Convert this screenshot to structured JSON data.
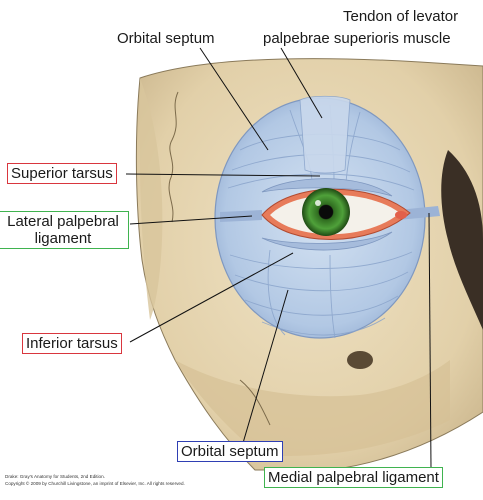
{
  "labels": {
    "tendon_line1": "Tendon of levator",
    "tendon_line2": "palpebrae superioris muscle",
    "orbital_septum_top": "Orbital septum",
    "superior_tarsus": "Superior tarsus",
    "lateral_ligament_line1": "Lateral palpebral",
    "lateral_ligament_line2": "ligament",
    "inferior_tarsus": "Inferior tarsus",
    "orbital_septum_bottom": "Orbital septum",
    "medial_ligament": "Medial palpebral ligament"
  },
  "credit": {
    "line1": "Drake: Gray's Anatomy for Students, 2nd Edition.",
    "line2": "Copyright © 2009 by Churchill Livingstone, an imprint of Elsevier, Inc. All rights reserved."
  },
  "colors": {
    "bone": "#e6d6b3",
    "bone_shadow": "#b9a57f",
    "septum": "#b9cde6",
    "iris": "#3d8a2f",
    "label_red": "#d9363e",
    "label_green": "#3fb34f",
    "label_blue": "#2f3fb3"
  }
}
